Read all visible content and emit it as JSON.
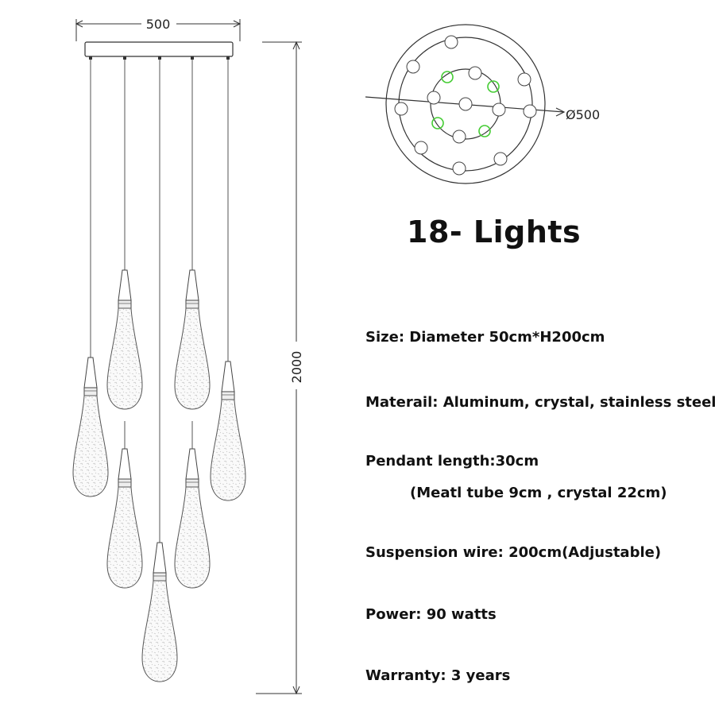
{
  "dimensions": {
    "width_label": "500",
    "height_label": "2000",
    "diameter_label": "Ø500"
  },
  "title": "18- Lights",
  "specs": {
    "size": "Size: Diameter 50cm*H200cm",
    "material": "Materail: Aluminum, crystal, stainless steel",
    "pendant_length": "Pendant length:30cm",
    "pendant_detail": "(Meatl tube 9cm  , crystal 22cm)",
    "suspension": "Suspension wire: 200cm(Adjustable)",
    "power": "Power: 90 watts",
    "warranty": "Warranty: 3 years"
  },
  "colors": {
    "line": "#333333",
    "highlight": "#44cc33"
  }
}
